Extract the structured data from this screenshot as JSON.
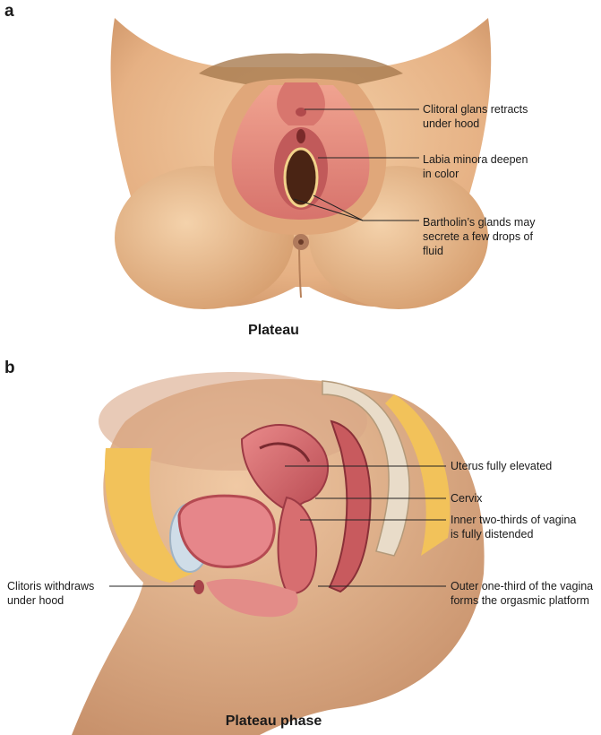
{
  "panel_a": {
    "letter": "a",
    "caption": "Plateau",
    "labels": {
      "clitoral_glans": "Clitoral glans retracts\nunder hood",
      "labia_minora": "Labia minora deepen\nin color",
      "bartholin": "Bartholin’s glands may\nsecrete a few drops of\nfluid"
    }
  },
  "panel_b": {
    "letter": "b",
    "caption": "Plateau phase",
    "labels": {
      "uterus": "Uterus fully elevated",
      "cervix": "Cervix",
      "inner_vagina": "Inner two-thirds of vagina\nis fully distended",
      "outer_vagina": "Outer one-third of the vagina\nforms the orgasmic platform",
      "clitoris": "Clitoris withdraws\nunder hood"
    }
  },
  "colors": {
    "skin": "#e8b88a",
    "skin_shadow": "#c98f62",
    "tissue_pink": "#e8858a",
    "tissue_dark": "#b5404a",
    "fat_yellow": "#f2c25a",
    "bone_blue": "#cfdde8"
  }
}
